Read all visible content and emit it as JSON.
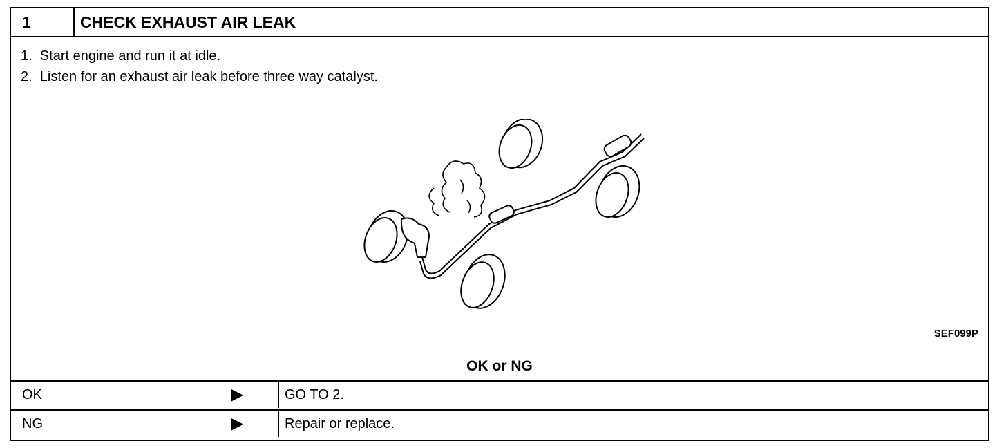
{
  "header": {
    "step_number": "1",
    "title": "CHECK EXHAUST AIR LEAK"
  },
  "steps": [
    "1.  Start engine and run it at idle.",
    "2.  Listen for an exhaust air leak before three way catalyst."
  ],
  "figure": {
    "code": "SEF099P"
  },
  "question": "OK or NG",
  "results": [
    {
      "result": "OK",
      "arrow": "▶",
      "action": "GO TO 2."
    },
    {
      "result": "NG",
      "arrow": "▶",
      "action": "Repair or replace."
    }
  ]
}
